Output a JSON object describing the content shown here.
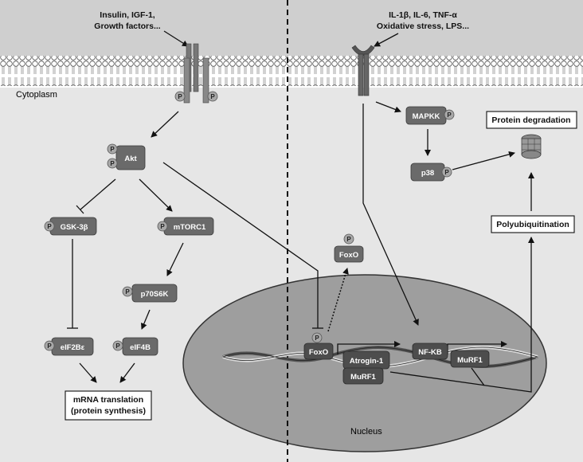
{
  "stimuli": {
    "left_line1": "Insulin, IGF-1,",
    "left_line2": "Growth factors...",
    "right_line1": "IL-1β, IL-6, TNF-α",
    "right_line2": "Oxidative stress, LPS..."
  },
  "compartments": {
    "cytoplasm": "Cytoplasm",
    "nucleus": "Nucleus"
  },
  "phospho_label": "P",
  "nodes": {
    "akt": "Akt",
    "gsk3b": "GSK-3β",
    "mtorc1": "mTORC1",
    "p70s6k": "p70S6K",
    "eif2be": "eIF2Bε",
    "eif4b": "eIF4B",
    "mapkk": "MAPKK",
    "p38": "p38",
    "foxo_cyto": "FoxO",
    "foxo_nuc": "FoxO",
    "atrogin1": "Atrogin-1",
    "murf1_a": "MuRF1",
    "nfkb": "NF-KB",
    "murf1_b": "MuRF1"
  },
  "boxes": {
    "mrna_line1": "mRNA translation",
    "mrna_line2": "(protein synthesis)",
    "degradation": "Protein degradation",
    "polyub": "Polyubiquitination"
  }
}
